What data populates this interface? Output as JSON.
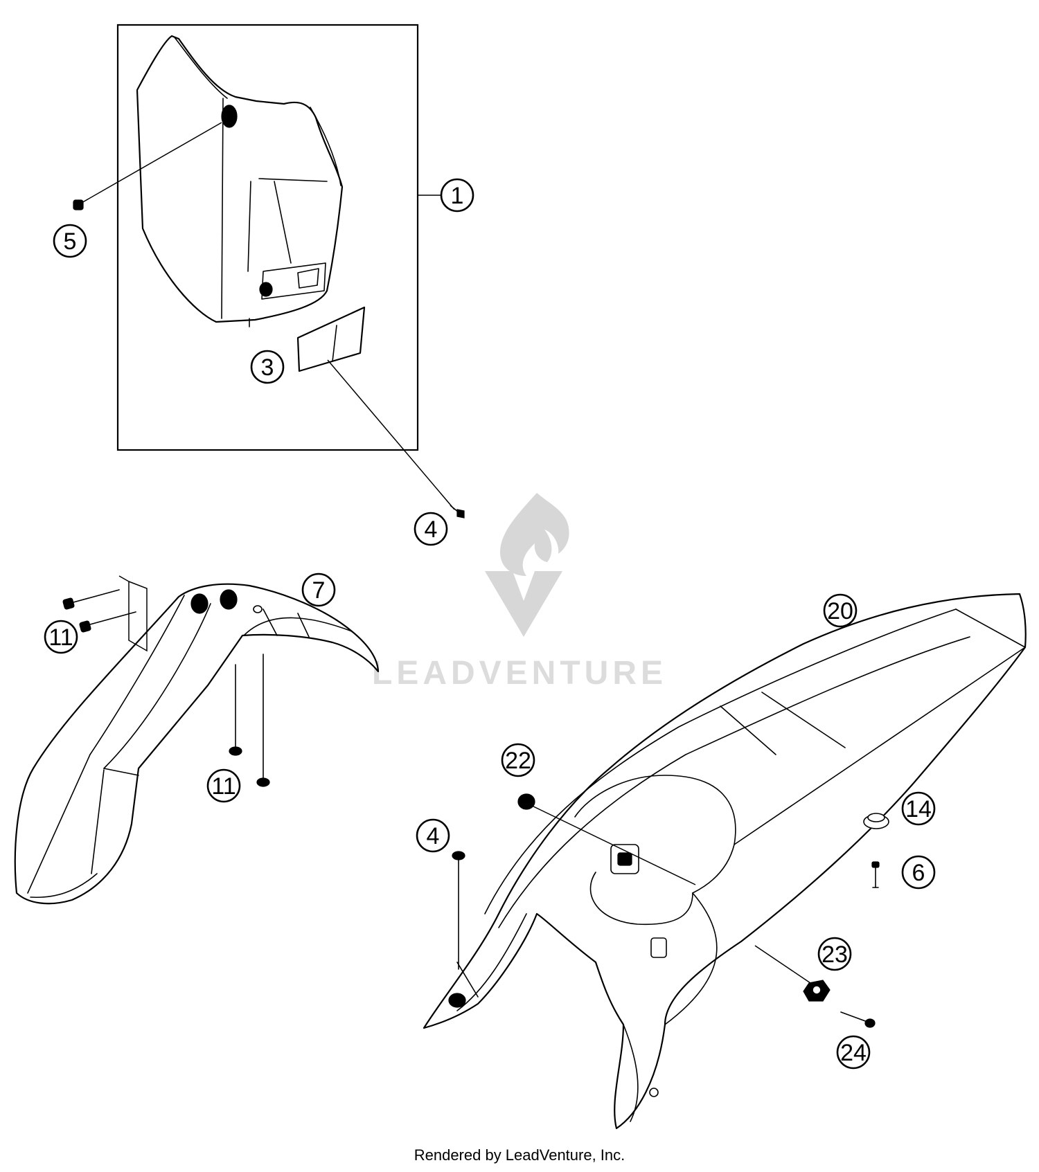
{
  "diagram": {
    "callouts": [
      {
        "id": "c1",
        "label": "1"
      },
      {
        "id": "c3",
        "label": "3"
      },
      {
        "id": "c4a",
        "label": "4"
      },
      {
        "id": "c5",
        "label": "5"
      },
      {
        "id": "c7",
        "label": "7"
      },
      {
        "id": "c11a",
        "label": "11"
      },
      {
        "id": "c11b",
        "label": "11"
      },
      {
        "id": "c20",
        "label": "20"
      },
      {
        "id": "c22",
        "label": "22"
      },
      {
        "id": "c4b",
        "label": "4"
      },
      {
        "id": "c14",
        "label": "14"
      },
      {
        "id": "c6",
        "label": "6"
      },
      {
        "id": "c23",
        "label": "23"
      },
      {
        "id": "c24",
        "label": "24"
      }
    ]
  },
  "watermark": {
    "text": "LEADVENTURE"
  },
  "footer": {
    "text": "Rendered by LeadVenture, Inc."
  }
}
